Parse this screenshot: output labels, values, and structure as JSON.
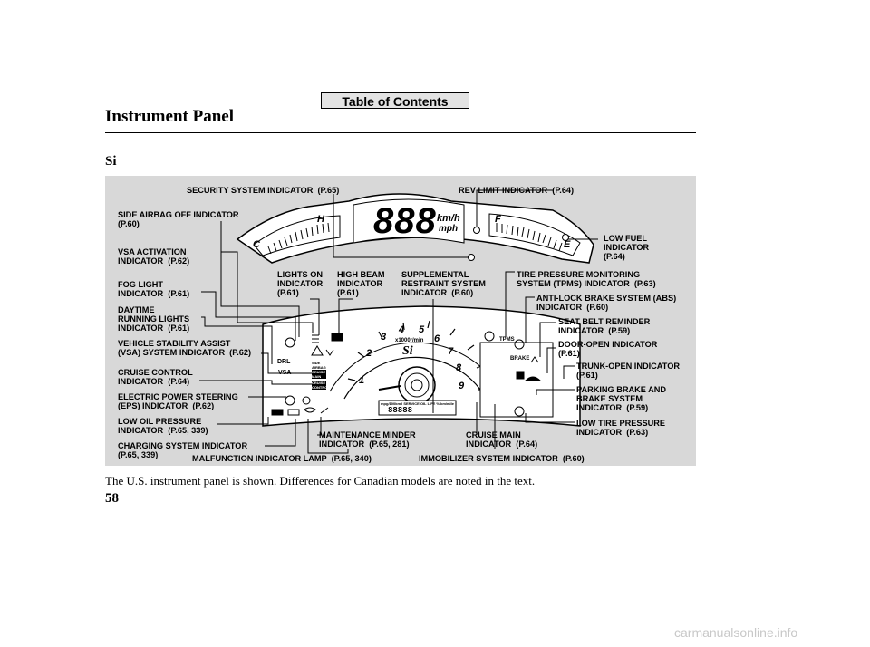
{
  "toc_button": "Table of Contents",
  "page_title": "Instrument Panel",
  "section_label": "Si",
  "labels": {
    "security": "SECURITY SYSTEM INDICATOR  (P.65)",
    "rev_limit": "REV LIMIT INDICATOR  (P.64)",
    "side_airbag": "SIDE AIRBAG OFF INDICATOR\n(P.60)",
    "low_fuel": "LOW FUEL\nINDICATOR\n(P.64)",
    "vsa_activation": "VSA ACTIVATION\nINDICATOR  (P.62)",
    "fog_light": "FOG LIGHT\nINDICATOR  (P.61)",
    "lights_on": "LIGHTS ON\nINDICATOR\n(P.61)",
    "high_beam": "HIGH BEAM\nINDICATOR\n(P.61)",
    "srs": "SUPPLEMENTAL\nRESTRAINT SYSTEM\nINDICATOR  (P.60)",
    "tpms": "TIRE PRESSURE MONITORING\nSYSTEM (TPMS) INDICATOR  (P.63)",
    "abs": "ANTI-LOCK BRAKE SYSTEM (ABS)\nINDICATOR  (P.60)",
    "drl": "DAYTIME\nRUNNING LIGHTS\nINDICATOR  (P.61)",
    "seat_belt": "SEAT BELT REMINDER\nINDICATOR  (P.59)",
    "vsa_system": "VEHICLE STABILITY ASSIST\n(VSA) SYSTEM INDICATOR  (P.62)",
    "door_open": "DOOR-OPEN INDICATOR\n(P.61)",
    "trunk_open": "TRUNK-OPEN INDICATOR\n(P.61)",
    "cruise_control": "CRUISE CONTROL\nINDICATOR  (P.64)",
    "parking_brake": "PARKING BRAKE AND\nBRAKE SYSTEM\nINDICATOR  (P.59)",
    "eps": "ELECTRIC POWER STEERING\n(EPS) INDICATOR  (P.62)",
    "low_oil": "LOW OIL PRESSURE\nINDICATOR  (P.65, 339)",
    "low_tire": "LOW TIRE PRESSURE\nINDICATOR  (P.63)",
    "maintenance": "MAINTENANCE MINDER\nINDICATOR  (P.65, 281)",
    "cruise_main": "CRUISE MAIN\nINDICATOR  (P.64)",
    "charging": "CHARGING SYSTEM INDICATOR\n(P.65, 339)",
    "malfunction": "MALFUNCTION INDICATOR LAMP  (P.65, 340)",
    "immobilizer": "IMMOBILIZER SYSTEM INDICATOR  (P.60)"
  },
  "gauge": {
    "speed_digits": "888",
    "speed_units_top": "km/h",
    "speed_units_bottom": "mph",
    "fuel_empty": "E",
    "fuel_full": "F",
    "temp_cold": "C",
    "temp_hot": "H",
    "tach_numbers": [
      "1",
      "2",
      "3",
      "4",
      "5",
      "6",
      "7",
      "8",
      "9"
    ],
    "tach_unit": "x1000r/min",
    "badge": "Si",
    "drl_text": "DRL",
    "vsa_text": "VSA",
    "side_airbag_text": "SIDE AIRBAG OFF",
    "cruise_main_text": "CRUISE MAIN",
    "cruise_control_text": "CRUISE CONTROL",
    "tpms_text": "TPMS",
    "brake_text": "BRAKE",
    "odo_text": "88888",
    "info_line": "mpg/100km/l SERVICE OIL LIFE % km/mile"
  },
  "caption": "The U.S. instrument panel is shown. Differences for Canadian models are noted in the text.",
  "page_number": "58",
  "footer": "carmanualsonline.info"
}
